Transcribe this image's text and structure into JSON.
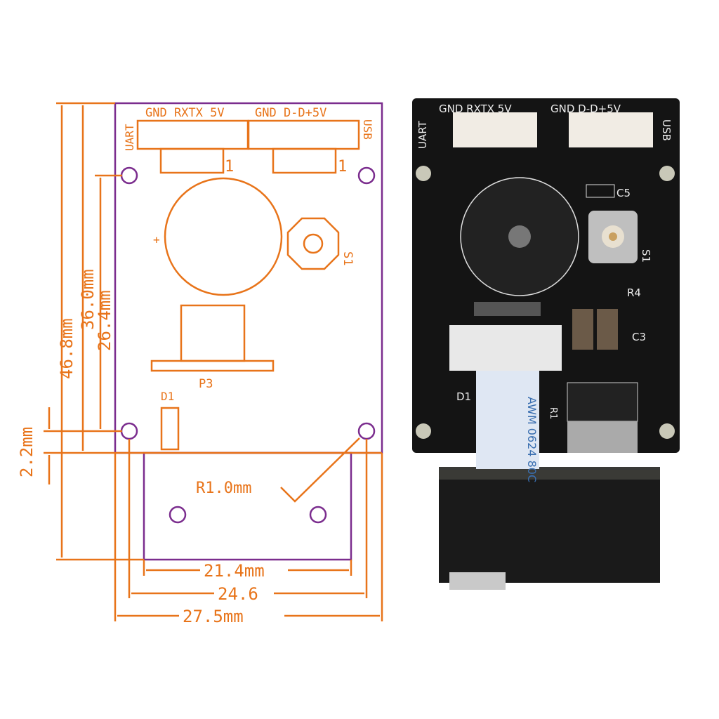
{
  "colors": {
    "dimension": "#e8741a",
    "outline": "#7b2d8e",
    "pcb": "#111111"
  },
  "drawing": {
    "uart_pins": "GND RXTX 5V",
    "usb_pins": "GND D-D+5V",
    "uart_label": "UART",
    "usb_label": "USB",
    "pin1_left": "1",
    "pin1_right": "1",
    "switch_label": "S1",
    "buzzer_plus": "+",
    "connector_label": "P3",
    "diode_label": "D1",
    "radius_label": "R1.0mm",
    "dims": {
      "height_total": "46.8mm",
      "height_board": "36.0mm",
      "hole_spacing_v": "26.4mm",
      "offset": "2.2mm",
      "width_inner": "21.4mm",
      "hole_spacing_h": "24.6",
      "width_total": "27.5mm"
    }
  },
  "photo": {
    "uart_pins": "GND RXTX 5V",
    "usb_pins": "GND D-D+5V",
    "uart_label": "UART",
    "usb_label": "USB",
    "c5": "C5",
    "s1": "S1",
    "r4": "R4",
    "c3": "C3",
    "d1": "D1",
    "r1": "R1",
    "cable_text": "AWM 0624 80C"
  }
}
